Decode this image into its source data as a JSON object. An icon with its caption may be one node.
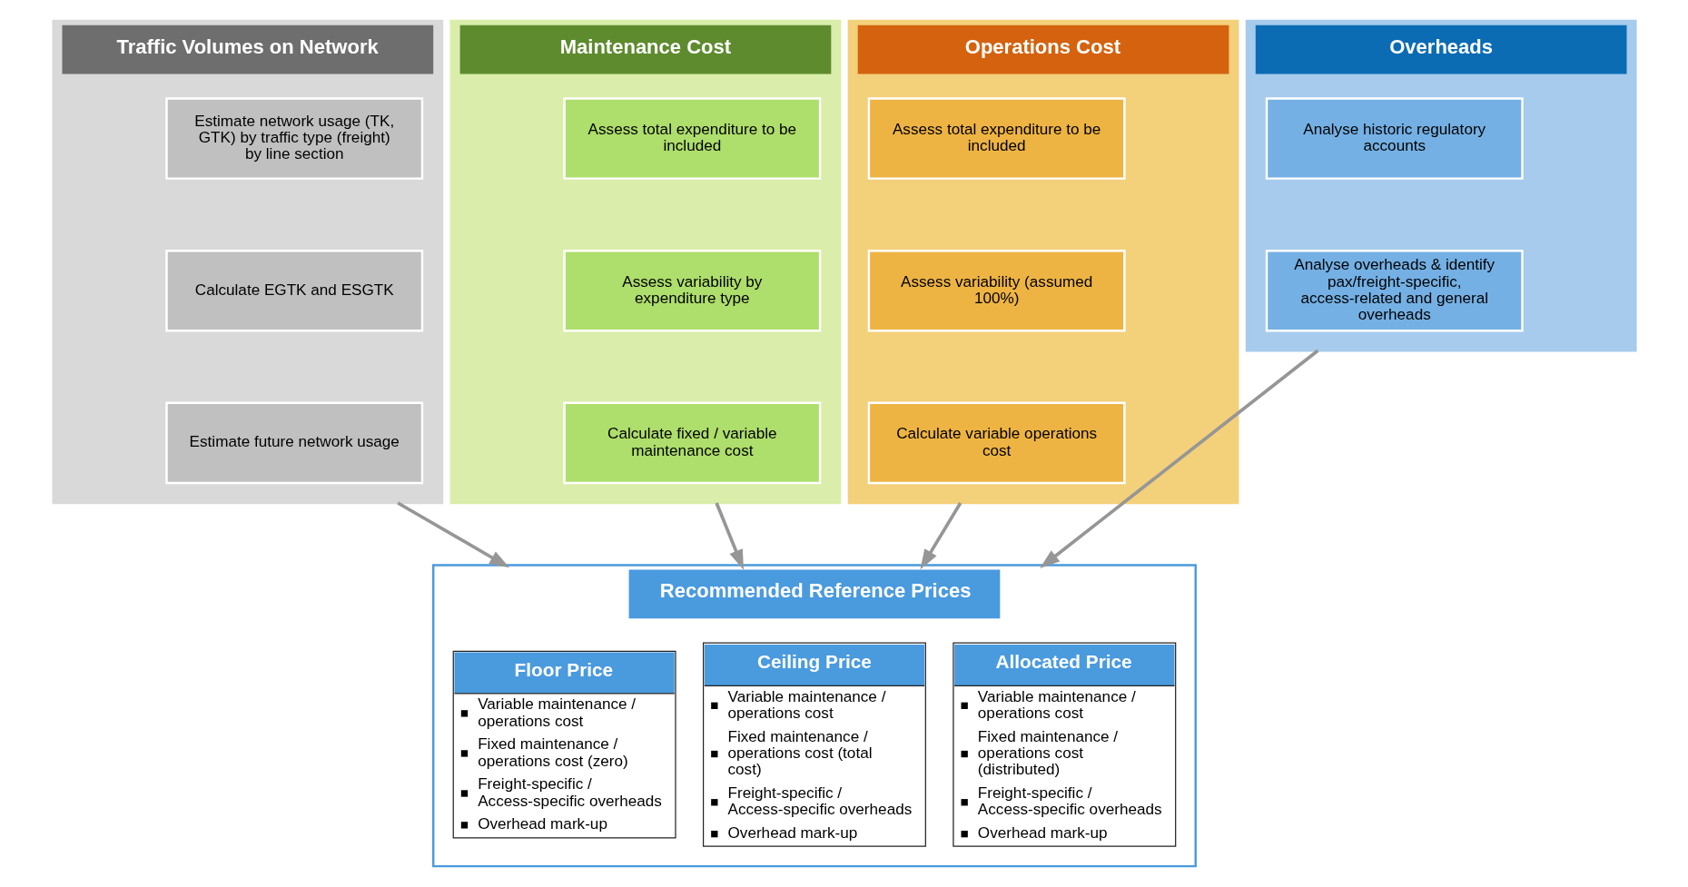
{
  "diagram": {
    "nodes": [
      {
        "text": [
          "Traffic Volumes on Network"
        ]
      },
      {
        "text": [
          "Estimate network usage (TK, GTK) by traffic type (freight) by line section"
        ],
        "in": 0
      },
      {
        "text": [
          "Calculate EGTK and ESGTK"
        ],
        "in": 0
      },
      {
        "text": [
          "Estimate future network usage"
        ],
        "in": 0
      },
      {
        "text": [
          "Maintenance Cost"
        ]
      },
      {
        "text": [
          "Assess total expenditure to be included"
        ],
        "in": 4
      },
      {
        "text": [
          "Assess variability by expenditure type"
        ],
        "in": 4
      },
      {
        "text": [
          "Calculate fixed / variable maintenance cost"
        ],
        "in": 4
      },
      {
        "text": [
          "Operations Cost"
        ]
      },
      {
        "text": [
          "Assess total expenditure to be included"
        ],
        "in": 8
      },
      {
        "text": [
          "Assess variability (assumed 100%)"
        ],
        "in": 8
      },
      {
        "text": [
          "Calculate variable operations cost"
        ],
        "in": 8
      },
      {
        "text": [
          "Overheads"
        ]
      },
      {
        "text": [
          "Analyse historic regulatory accounts"
        ],
        "in": 12
      },
      {
        "text": [
          "Analyse overheads & identify pax/freight-specific, access-related and general overheads"
        ],
        "in": 12
      },
      {
        "text": [
          "Recommended Reference Prices"
        ]
      },
      {
        "text": [
          "Floor Price",
          "Variable maintenance / operations cost",
          "Fixed maintenance / operations cost (zero)",
          "Freight-specific / Access-specific overheads",
          "Overhead mark-up"
        ],
        "in": 15
      },
      {
        "text": [
          "Ceiling Price",
          "Variable maintenance / operations cost",
          "Fixed maintenance / operations cost (total cost)",
          "Freight-specific / Access-specific overheads",
          "Overhead mark-up"
        ],
        "in": 15
      },
      {
        "text": [
          "Allocated Price",
          "Variable maintenance / operations cost",
          "Fixed maintenance / operations cost (distributed)",
          "Freight-specific / Access-specific overheads",
          "Overhead mark-up"
        ],
        "in": 15
      }
    ],
    "edges": [
      {
        "from": 0,
        "to": 15,
        "arrow": "to"
      },
      {
        "from": 4,
        "to": 15,
        "arrow": "to"
      },
      {
        "from": 8,
        "to": 15,
        "arrow": "to"
      },
      {
        "from": 12,
        "to": 15,
        "arrow": "to"
      }
    ]
  }
}
